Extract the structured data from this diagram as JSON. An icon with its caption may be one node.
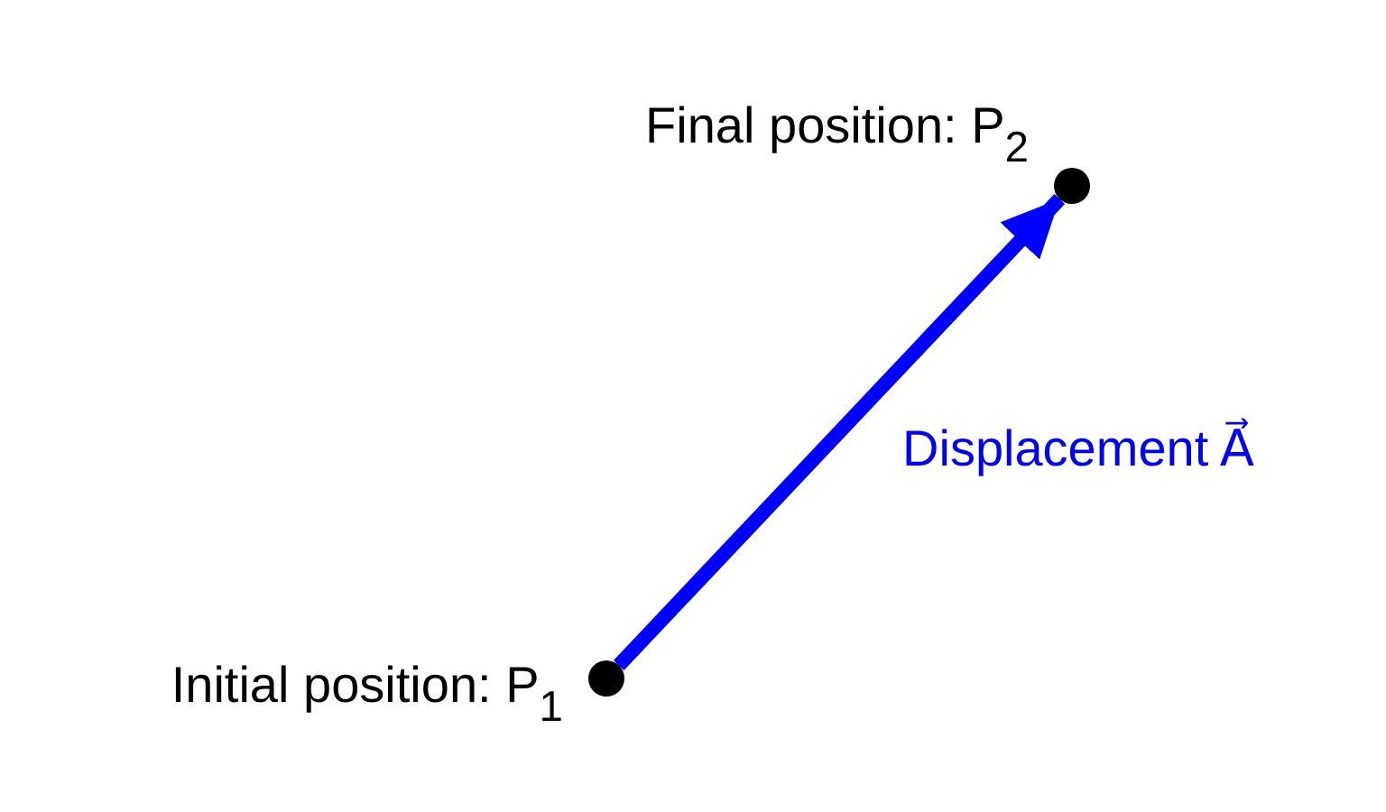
{
  "diagram": {
    "nodes": [
      {
        "text": [],
        "shape": "circle",
        "beside": [
          "Initial position: P$_{1}$"
        ]
      },
      {
        "text": [],
        "shape": "circle",
        "beside": [
          "Final position: P$_{2}$"
        ]
      }
    ],
    "edges": [
      {
        "from": 0,
        "to": 1,
        "arrow": "to",
        "label": "Displacement A⃗",
        "color": "#0000ff"
      }
    ]
  }
}
